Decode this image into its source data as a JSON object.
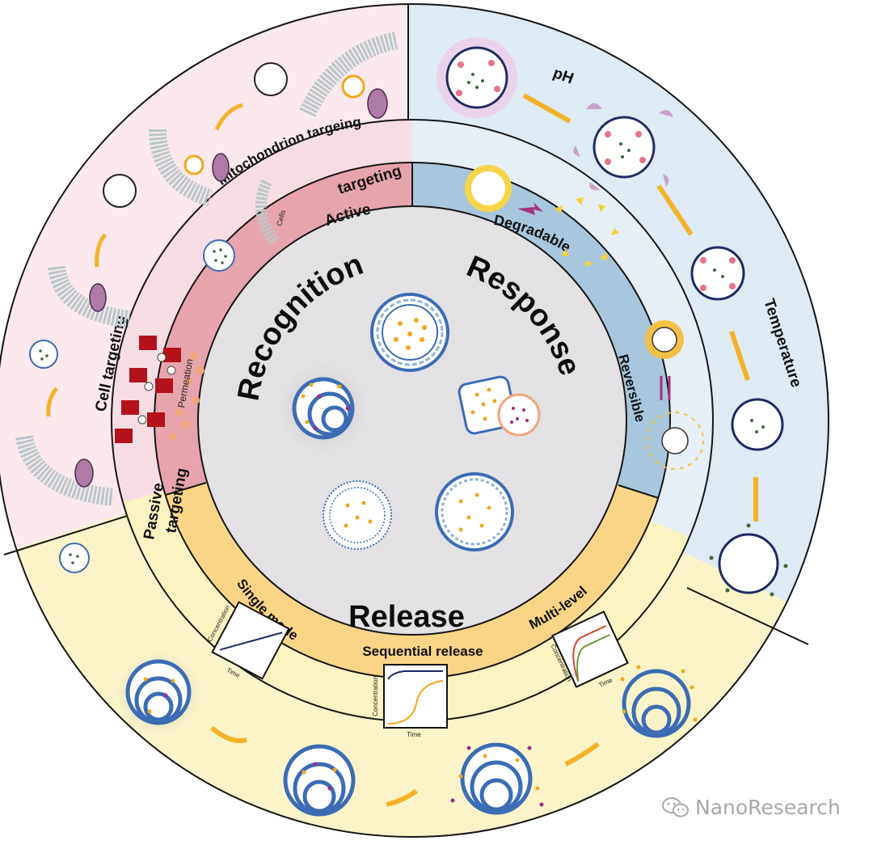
{
  "hub": {
    "recognition": "Recognition",
    "response": "Response",
    "release": "Release"
  },
  "recognition_ring": {
    "active_targeting_1": "Active",
    "active_targeting_2": "targeting",
    "cells": "Cells",
    "permeation": "Permeation",
    "passive_targeting_1": "Passive",
    "passive_targeting_2": "targeting"
  },
  "recognition_outer": {
    "mitochondrion": "Mitochondrion targeing",
    "cell": "Cell targeting"
  },
  "response_ring": {
    "degradable": "Degradable",
    "reversible": "Reversible"
  },
  "response_outer": {
    "ph": "pH",
    "temperature": "Temperature"
  },
  "release_ring": {
    "single_mode": "Single mode",
    "sequential": "Sequential release",
    "multi_level": "Multi-level",
    "axis_concentration": "Concentration",
    "axis_time": "Time"
  },
  "watermark": "NanoResearch",
  "colors": {
    "pink_outer": "#fbe9ee",
    "pink_mid": "#f6dde3",
    "pink_hub": "#e8a4ad",
    "blue_outer": "#deeaf4",
    "blue_mid": "#e6eef6",
    "blue_hub": "#a9c7dc",
    "yellow_outer": "#faf4c8",
    "yellow_mid": "#fbf3c0",
    "yellow_hub": "#fbd587",
    "center": "#e4e1e4",
    "arrow": "#f5b229",
    "vesicle_blue": "#3b6cb4",
    "dot_orange": "#f2a71e",
    "dot_green": "#3e6a3b"
  },
  "icons": [
    "vesicle-icon",
    "lipid-bilayer-icon",
    "mitochondrion-icon",
    "arrow-icon",
    "chart-icon",
    "wechat-icon"
  ]
}
